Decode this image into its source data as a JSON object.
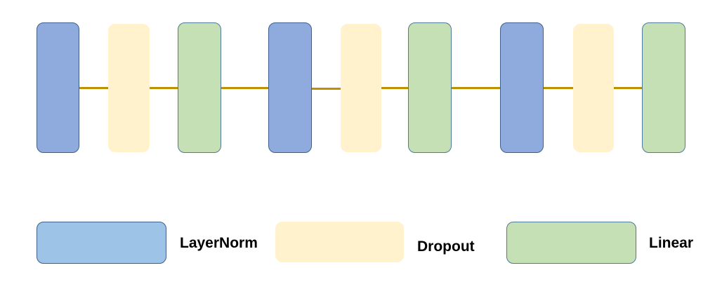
{
  "colors": {
    "connector": "#BF9000",
    "layernorm_fill": "#8FAADC",
    "layernorm_legend_fill": "#9DC3E6",
    "dropout_fill": "#FFF2CC",
    "linear_fill": "#C5E0B4"
  },
  "blocks": [
    "LayerNorm",
    "Dropout",
    "Linear",
    "LayerNorm",
    "Dropout",
    "Linear",
    "LayerNorm",
    "Dropout",
    "Linear"
  ],
  "legend": {
    "layernorm_label": "LayerNorm",
    "dropout_label": "Dropout",
    "linear_label": "Linear"
  }
}
